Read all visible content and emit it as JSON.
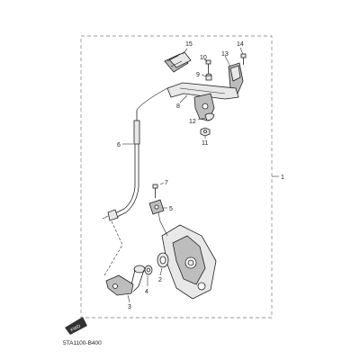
{
  "diagram_code": "5TA1100-B400",
  "front_badge": "FWD",
  "callouts": [
    "1",
    "2",
    "3",
    "4",
    "5",
    "6",
    "7",
    "8",
    "9",
    "10",
    "11",
    "12",
    "13",
    "14",
    "15"
  ],
  "colors": {
    "line": "#222222",
    "frame": "#777777",
    "fill": "#e8e8e8",
    "shade": "#bdbdbd"
  }
}
